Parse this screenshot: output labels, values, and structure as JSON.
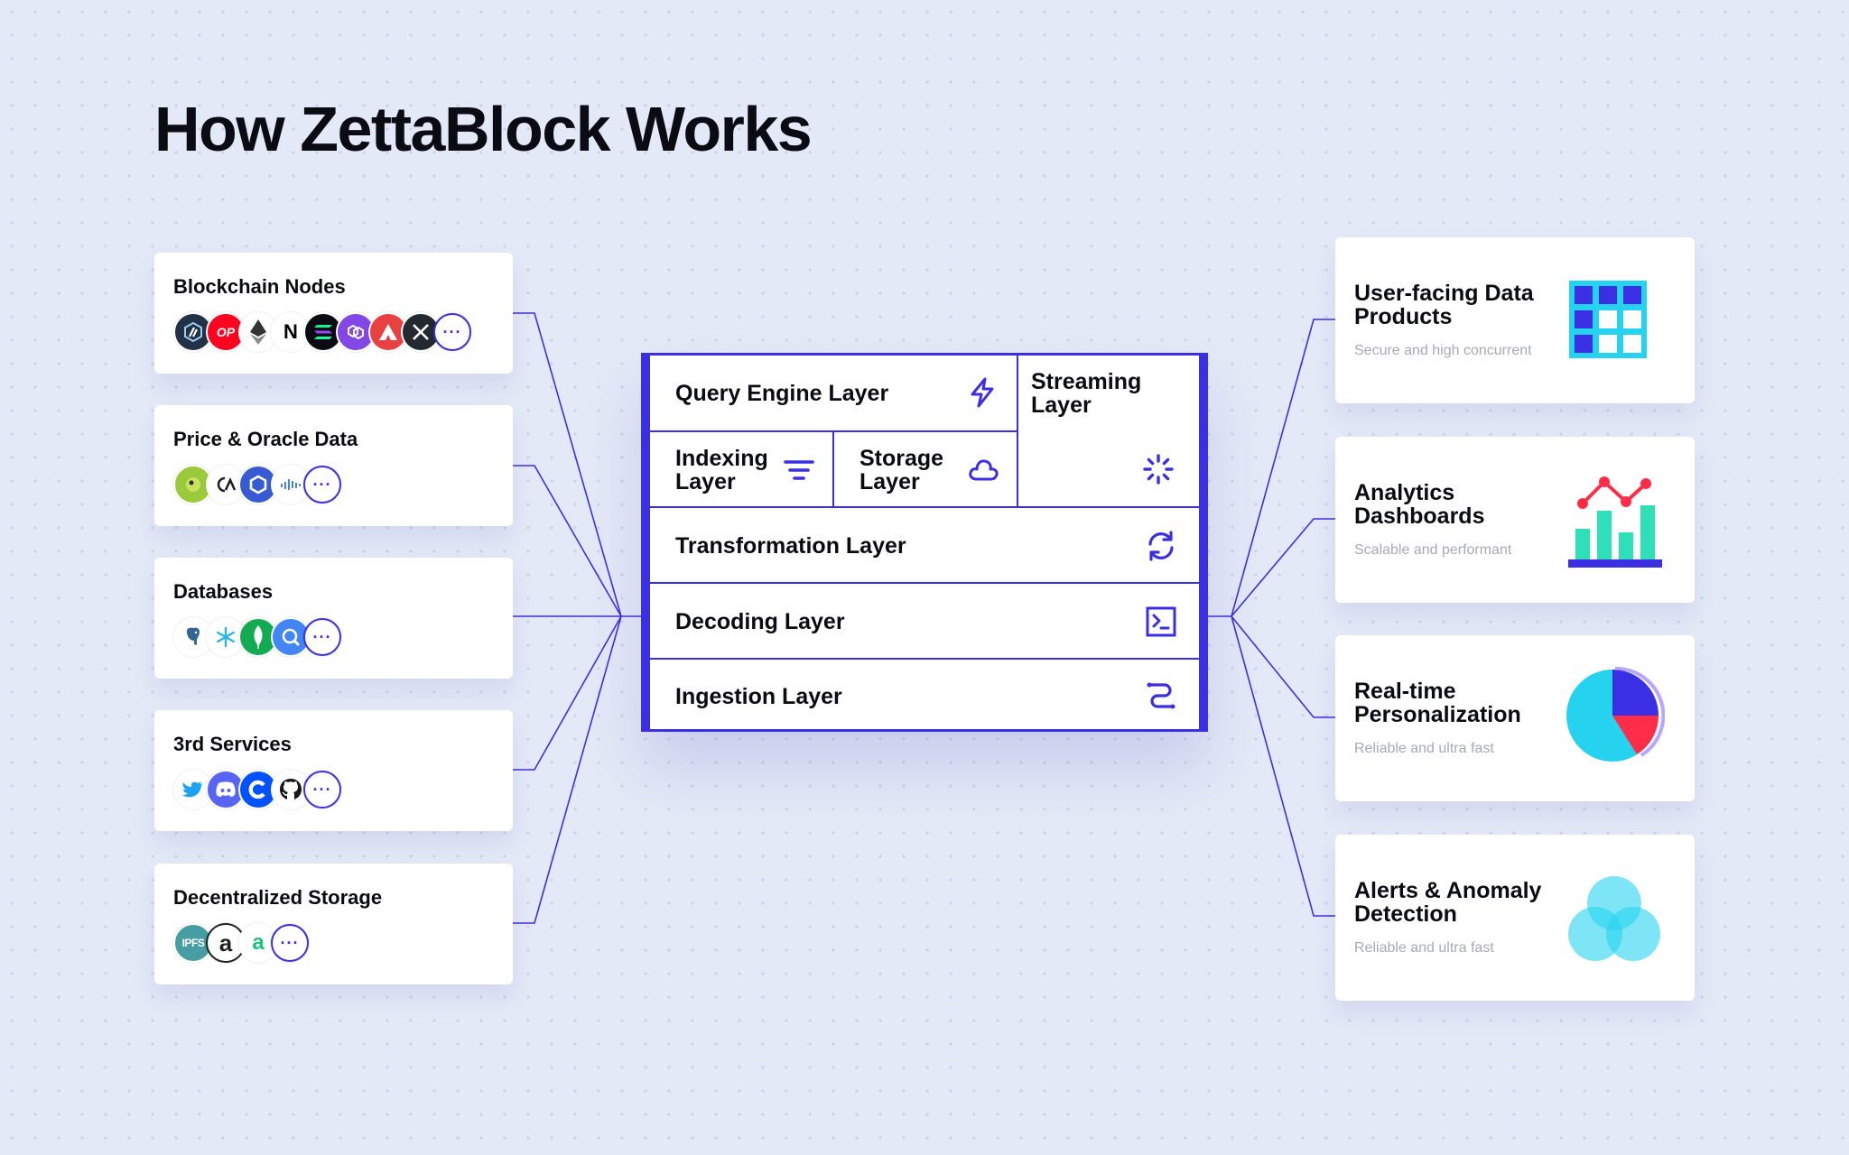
{
  "title": "How ZettaBlock Works",
  "sources": [
    {
      "title": "Blockchain Nodes",
      "logos": [
        {
          "name": "arbitrum-logo",
          "text": "",
          "bg": "#213147"
        },
        {
          "name": "optimism-logo",
          "text": "OP",
          "bg": "#ff0420"
        },
        {
          "name": "ethereum-logo",
          "text": "",
          "bg": "#ffffff"
        },
        {
          "name": "near-logo",
          "text": "N",
          "bg": "#ffffff"
        },
        {
          "name": "solana-logo",
          "text": "",
          "bg": "#0b0b14"
        },
        {
          "name": "polygon-logo",
          "text": "",
          "bg": "#8247e5"
        },
        {
          "name": "avalanche-logo",
          "text": "",
          "bg": "#e84142"
        },
        {
          "name": "xrp-logo",
          "text": "X",
          "bg": "#23292f"
        }
      ]
    },
    {
      "title": "Price & Oracle Data",
      "logos": [
        {
          "name": "oracle-logo-green",
          "text": "",
          "bg": "#9ac93c"
        },
        {
          "name": "oracle-logo-ca",
          "text": "",
          "bg": "#ffffff"
        },
        {
          "name": "chainlink-logo",
          "text": "",
          "bg": "#375bd2"
        },
        {
          "name": "band-logo",
          "text": "",
          "bg": "#ffffff"
        }
      ]
    },
    {
      "title": "Databases",
      "logos": [
        {
          "name": "postgresql-logo",
          "text": "",
          "bg": "#336791"
        },
        {
          "name": "snowflake-logo",
          "text": "",
          "bg": "#29b5e8"
        },
        {
          "name": "mongodb-logo",
          "text": "",
          "bg": "#13aa52"
        },
        {
          "name": "bigquery-logo",
          "text": "",
          "bg": "#4285f4"
        }
      ]
    },
    {
      "title": "3rd Services",
      "logos": [
        {
          "name": "twitter-logo",
          "text": "",
          "bg": "#1da1f2"
        },
        {
          "name": "discord-logo",
          "text": "",
          "bg": "#5865f2"
        },
        {
          "name": "coinbase-logo",
          "text": "",
          "bg": "#0052ff"
        },
        {
          "name": "github-logo",
          "text": "",
          "bg": "#181717"
        }
      ]
    },
    {
      "title": "Decentralized Storage",
      "logos": [
        {
          "name": "ipfs-logo",
          "text": "IPFS",
          "bg": "#469ea2"
        },
        {
          "name": "arweave-logo",
          "text": "a",
          "bg": "#ffffff"
        },
        {
          "name": "storage-logo-green",
          "text": "a",
          "bg": "#ffffff"
        }
      ]
    }
  ],
  "more_label": "···",
  "layers": {
    "query": "Query Engine Layer",
    "streaming": "Streaming Layer",
    "indexing": "Indexing Layer",
    "storage": "Storage Layer",
    "transformation": "Transformation Layer",
    "decoding": "Decoding Layer",
    "ingestion": "Ingestion Layer"
  },
  "outputs": [
    {
      "title": "User-facing Data Products",
      "subtitle": "Secure and high concurrent",
      "icon": "grid-table-icon"
    },
    {
      "title": "Analytics Dashboards",
      "subtitle": "Scalable and performant",
      "icon": "bar-line-chart-icon"
    },
    {
      "title": "Real-time Personalization",
      "subtitle": "Reliable and ultra fast",
      "icon": "pie-chart-icon"
    },
    {
      "title": "Alerts & Anomaly Detection",
      "subtitle": "Reliable and ultra fast",
      "icon": "venn-circles-icon"
    }
  ],
  "colors": {
    "accent": "#3b2fe4",
    "teal": "#2ee0d4",
    "cyan": "#26d3ef",
    "red": "#ff2d48",
    "background": "#e4e9f7"
  }
}
